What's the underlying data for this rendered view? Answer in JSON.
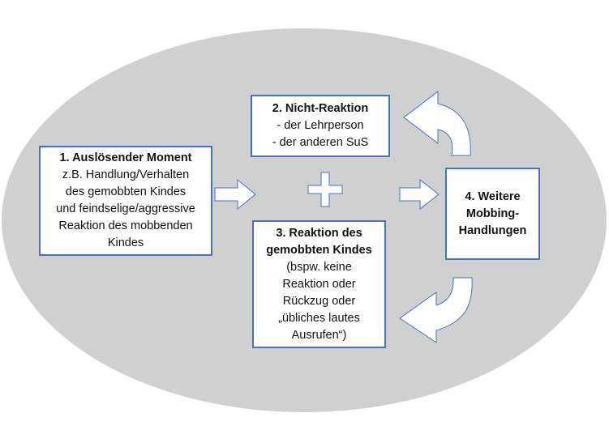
{
  "colors": {
    "ellipse_fill": "#d0d0d0",
    "box_border": "#4a6fc4",
    "arrow_fill": "#ffffff",
    "arrow_stroke": "#4a6fc4"
  },
  "boxes": {
    "trigger": {
      "title": "1. Auslösender Moment",
      "lines": [
        "z.B. Handlung/Verhalten",
        "des gemobbten Kindes",
        "und feindselige/aggressive",
        "Reaktion des mobbenden",
        "Kindes"
      ]
    },
    "non_reaction": {
      "title": "2. Nicht-Reaktion",
      "lines": [
        "- der Lehrperson",
        "- der anderen SuS"
      ]
    },
    "victim_reaction": {
      "title_lines": [
        "3. Reaktion des",
        "gemobbten Kindes"
      ],
      "lines": [
        "(bspw. keine",
        "Reaktion oder",
        "Rückzug oder",
        "„übliches lautes",
        "Ausrufen“)"
      ]
    },
    "further": {
      "title_lines": [
        "4. Weitere",
        "Mobbing-",
        "Handlungen"
      ]
    }
  },
  "icons": {
    "arrow_1_to_center": "right-arrow-icon",
    "plus": "plus-icon",
    "arrow_center_to_4": "right-arrow-icon",
    "curve_4_to_2": "curved-arrow-icon",
    "curve_4_to_3": "curved-arrow-icon"
  }
}
